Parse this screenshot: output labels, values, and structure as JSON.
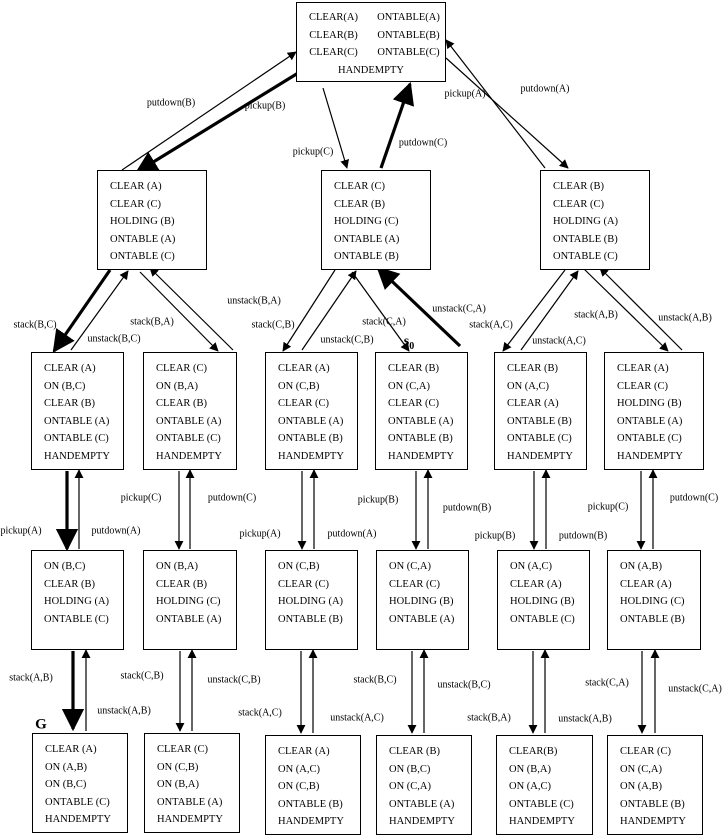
{
  "nodes": {
    "root": {
      "left": [
        "CLEAR(A)",
        "CLEAR(B)",
        "CLEAR(C)"
      ],
      "right": [
        "ONTABLE(A)",
        "ONTABLE(B)",
        "ONTABLE(C)"
      ],
      "bottom": "HANDEMPTY"
    },
    "holdB": [
      "CLEAR (A)",
      "CLEAR (C)",
      "HOLDING (B)",
      "ONTABLE (A)",
      "ONTABLE (C)"
    ],
    "holdC": [
      "CLEAR (C)",
      "CLEAR (B)",
      "HOLDING (C)",
      "ONTABLE (A)",
      "ONTABLE (B)"
    ],
    "holdA": [
      "CLEAR (B)",
      "CLEAR (C)",
      "HOLDING (A)",
      "ONTABLE (B)",
      "ONTABLE (C)"
    ],
    "onBC": [
      "CLEAR (A)",
      "ON (B,C)",
      "CLEAR (B)",
      "ONTABLE (A)",
      "ONTABLE (C)",
      "HANDEMPTY"
    ],
    "onBA": [
      "CLEAR (C)",
      "ON (B,A)",
      "CLEAR (B)",
      "ONTABLE (A)",
      "ONTABLE (C)",
      "HANDEMPTY"
    ],
    "onCB": [
      "CLEAR (A)",
      "ON (C,B)",
      "CLEAR (C)",
      "ONTABLE (A)",
      "ONTABLE (B)",
      "HANDEMPTY"
    ],
    "onCA": [
      "CLEAR (B)",
      "ON (C,A)",
      "CLEAR (C)",
      "ONTABLE (A)",
      "ONTABLE (B)",
      "HANDEMPTY"
    ],
    "onAC": [
      "CLEAR (B)",
      "ON (A,C)",
      "CLEAR (A)",
      "ONTABLE (B)",
      "ONTABLE (C)",
      "HANDEMPTY"
    ],
    "onAB": [
      "CLEAR (A)",
      "CLEAR (C)",
      "HOLDING (B)",
      "ONTABLE (A)",
      "ONTABLE (C)",
      "HANDEMPTY"
    ],
    "h_onBC": [
      "ON (B,C)",
      "CLEAR (B)",
      "HOLDING (A)",
      "ONTABLE (C)"
    ],
    "h_onBA": [
      "ON (B,A)",
      "CLEAR (B)",
      "HOLDING (C)",
      "ONTABLE (A)"
    ],
    "h_onCB": [
      "ON (C,B)",
      "CLEAR (C)",
      "HOLDING (A)",
      "ONTABLE (B)"
    ],
    "h_onCA": [
      "ON (C,A)",
      "CLEAR (C)",
      "HOLDING (B)",
      "ONTABLE (A)"
    ],
    "h_onAC": [
      "ON (A,C)",
      "CLEAR (A)",
      "HOLDING (B)",
      "ONTABLE (C)"
    ],
    "h_onAB": [
      "ON (A,B)",
      "CLEAR (A)",
      "HOLDING (C)",
      "ONTABLE (B)"
    ],
    "t1": [
      "CLEAR (A)",
      "ON (A,B)",
      "ON (B,C)",
      "ONTABLE (C)",
      "HANDEMPTY"
    ],
    "t2": [
      "CLEAR (C)",
      "ON (C,B)",
      "ON (B,A)",
      "ONTABLE (A)",
      "HANDEMPTY"
    ],
    "t3": [
      "CLEAR (A)",
      "ON (A,C)",
      "ON (C,B)",
      "ONTABLE (B)",
      "HANDEMPTY"
    ],
    "t4": [
      "CLEAR (B)",
      "ON (B,C)",
      "ON (C,A)",
      "ONTABLE (A)",
      "HANDEMPTY"
    ],
    "t5": [
      "CLEAR(B)",
      "ON (B,A)",
      "ON (A,C)",
      "ONTABLE (C)",
      "HANDEMPTY"
    ],
    "t6": [
      "CLEAR (C)",
      "ON (C,A)",
      "ON (A,B)",
      "ONTABLE (B)",
      "HANDEMPTY"
    ]
  },
  "labels": {
    "putdown_B_top": "putdown(B)",
    "pickup_B_top": "pickup(B)",
    "pickup_C_top": "pickup(C)",
    "putdown_C_top": "putdown(C)",
    "pickup_A_top": "pickup(A)",
    "putdown_A_top": "putdown(A)",
    "stack_BC": "stack(B,C)",
    "unstack_BC": "unstack(B,C)",
    "stack_BA": "stack(B,A)",
    "unstack_BA": "unstack(B,A)",
    "stack_CB": "stack(C,B)",
    "unstack_CB": "unstack(C,B)",
    "stack_CA": "stack(C,A)",
    "unstack_CA": "unstack(C,A)",
    "stack_AC": "stack(A,C)",
    "unstack_AC": "unstack(A,C)",
    "stack_AB": "stack(A,B)",
    "unstack_AB": "unstack(A,B)",
    "c1_pickup": "pickup(A)",
    "c1_putdown": "putdown(A)",
    "c2_pickup": "pickup(C)",
    "c2_putdown": "putdown(C)",
    "c3_pickup": "pickup(A)",
    "c3_putdown": "putdown(A)",
    "c4_pickup": "pickup(B)",
    "c4_putdown": "putdown(B)",
    "c5_pickup": "pickup(B)",
    "c5_putdown": "putdown(B)",
    "c6_pickup": "pickup(C)",
    "c6_putdown": "putdown(C)",
    "b1_stack": "stack(A,B)",
    "b1_unstack": "unstack(A,B)",
    "b2_stack": "stack(C,B)",
    "b2_unstack": "unstack(C,B)",
    "b3_stack": "stack(A,C)",
    "b3_unstack": "unstack(A,C)",
    "b4_stack": "stack(B,C)",
    "b4_unstack": "unstack(B,C)",
    "b5_stack": "stack(B,A)",
    "b5_unstack": "unstack(A,B)",
    "b6_stack": "stack(C,A)",
    "b6_unstack": "unstack(C,A)"
  },
  "markers": {
    "goal": "G",
    "start": "s",
    "start_sub": "0"
  }
}
